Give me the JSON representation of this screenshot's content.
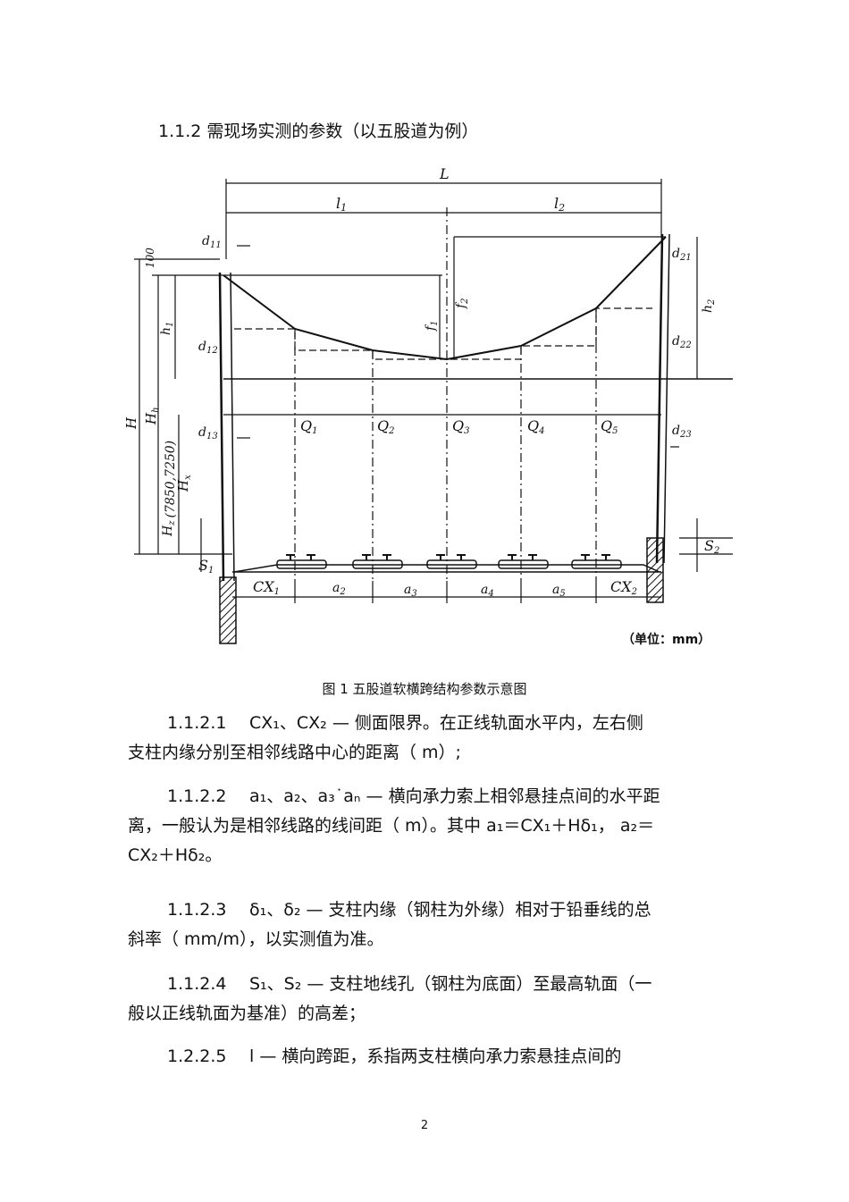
{
  "heading": "1.1.2 需现场实测的参数（以五股道为例）",
  "figure": {
    "labels": {
      "L": "L",
      "l1": "l",
      "l1s": "1",
      "l2": "l",
      "l2s": "2",
      "d11": "d",
      "d11s": "11",
      "d12": "d",
      "d12s": "12",
      "d13": "d",
      "d13s": "13",
      "d21": "d",
      "d21s": "21",
      "d22": "d",
      "d22s": "22",
      "d23": "d",
      "d23s": "23",
      "h1": "h",
      "h1s": "1",
      "h2": "h",
      "h2s": "2",
      "f1": "f",
      "f1s": "1",
      "f2": "f",
      "f2s": "2",
      "H": "H",
      "Hh": "H",
      "Hhs": "h",
      "Hx": "H",
      "Hxs": "x",
      "Hz": "H",
      "Hzs": "z",
      "Hzv": "(7850,7250)",
      "top100": "100",
      "Q1": "Q",
      "Q1s": "1",
      "Q2": "Q",
      "Q2s": "2",
      "Q3": "Q",
      "Q3s": "3",
      "Q4": "Q",
      "Q4s": "4",
      "Q5": "Q",
      "Q5s": "5",
      "S1": "S",
      "S1s": "1",
      "S2": "S",
      "S2s": "2",
      "CX1": "CX",
      "CX1s": "1",
      "CX2": "CX",
      "CX2s": "2",
      "a2": "a",
      "a2s": "2",
      "a3": "a",
      "a3s": "3",
      "a4": "a",
      "a4s": "4",
      "a5": "a",
      "a5s": "5",
      "unit": "（单位：mm）"
    }
  },
  "caption": "图 1    五股道软横跨结构参数示意图",
  "paragraphs": [
    {
      "num": "1.1.2.1",
      "line1": "CX₁、CX₂ —  侧面限界。在正线轨面水平内，左右侧",
      "line2": "支柱内缘分别至相邻线路中心的距离（     m）;"
    },
    {
      "num": "1.1.2.2",
      "line1": "a₁、a₂、a₃˙aₙ —  横向承力索上相邻悬挂点间的水平距",
      "line2": "离，一般认为是相邻线路的线间距（     m）。其中  a₁＝CX₁＋Hδ₁，  a₂＝",
      "line3": "CX₂＋Hδ₂。"
    },
    {
      "num": "1.1.2.3",
      "line1": "δ₁、δ₂ —  支柱内缘（钢柱为外缘）相对于铅垂线的总",
      "line2": "斜率（ mm/m），以实测值为准。"
    },
    {
      "num": "1.1.2.4",
      "line1": "S₁、S₂ —  支柱地线孔（钢柱为底面）至最高轨面（一",
      "line2": "般以正线轨面为基准）的高差；"
    },
    {
      "num": "1.2.2.5",
      "line1": "l  —  横向跨距，系指两支柱横向承力索悬挂点间的"
    }
  ],
  "page_number": "2"
}
